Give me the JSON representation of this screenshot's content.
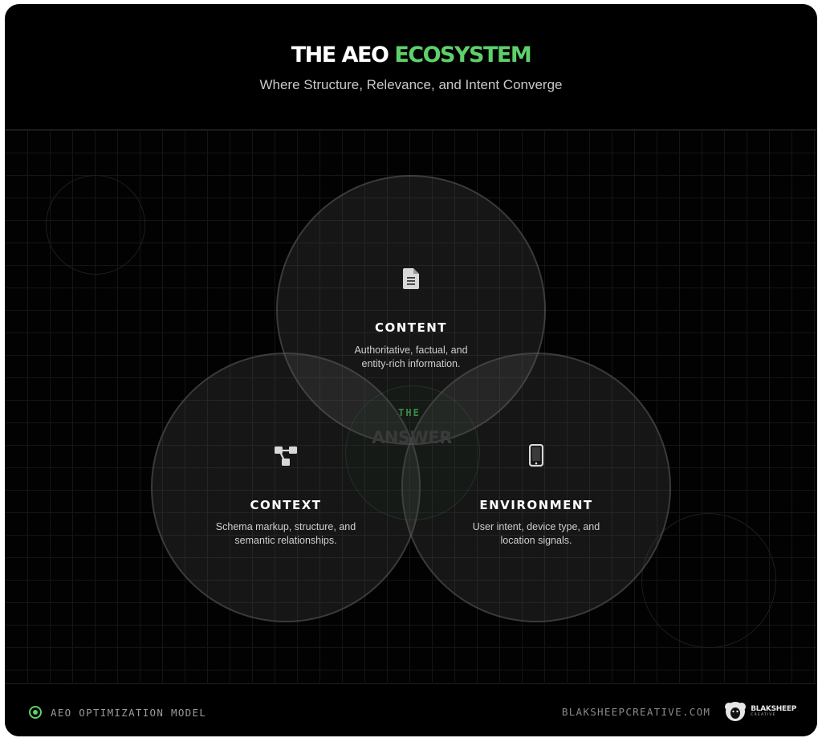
{
  "header": {
    "title_part1": "THE AEO ",
    "title_part2": "ECOSYSTEM",
    "subtitle": "Where Structure, Relevance, and Intent Converge"
  },
  "diagram": {
    "center": {
      "top_label": "THE",
      "main_label": "ANSWER"
    },
    "nodes": [
      {
        "id": "content",
        "icon": "document-icon",
        "heading": "CONTENT",
        "desc_line1": "Authoritative, factual, and",
        "desc_line2": "entity-rich information."
      },
      {
        "id": "context",
        "icon": "network-icon",
        "heading": "CONTEXT",
        "desc_line1": "Schema markup, structure, and",
        "desc_line2": "semantic relationships."
      },
      {
        "id": "environment",
        "icon": "smartphone-icon",
        "heading": "ENVIRONMENT",
        "desc_line1": "User intent, device type, and",
        "desc_line2": "location signals."
      }
    ]
  },
  "footer": {
    "icon": "target-icon",
    "model_label": "AEO OPTIMIZATION MODEL",
    "website": "BLAKSHEEPCREATIVE.COM",
    "logo_text_1": "BLAKSHEEP",
    "logo_text_2": "CREATIVE"
  },
  "colors": {
    "accent": "#5ed06b",
    "background": "#000000",
    "circle_fill": "#5f5f5f",
    "text_primary": "#ffffff",
    "text_secondary": "#cfcfcf"
  }
}
